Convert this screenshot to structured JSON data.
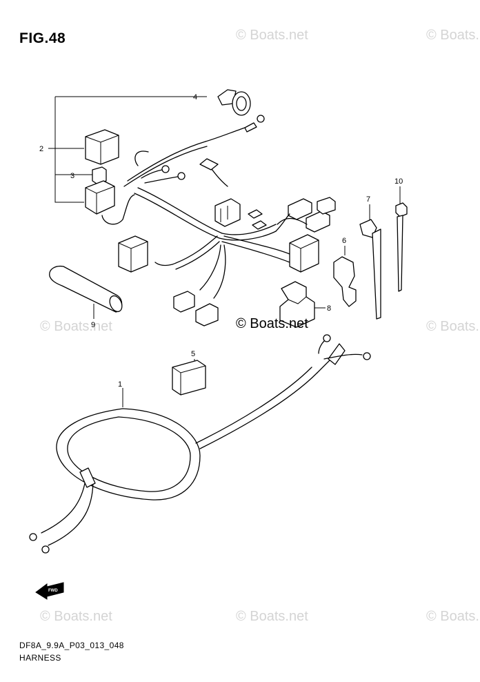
{
  "figure": {
    "title": "FIG.48"
  },
  "watermark": {
    "text": "© Boats.net",
    "main": "© Boats.net"
  },
  "footer": {
    "code": "DF8A_9.9A_P03_013_048",
    "name": "HARNESS"
  },
  "arrow": {
    "label": "FWD"
  },
  "callouts": [
    "1",
    "2",
    "3",
    "4",
    "5",
    "6",
    "7",
    "8",
    "9",
    "10"
  ]
}
